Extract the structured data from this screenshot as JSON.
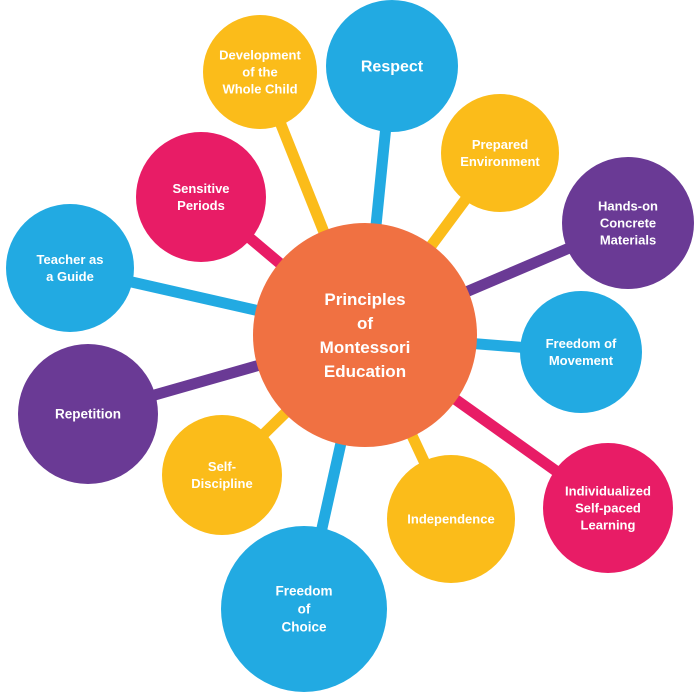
{
  "center": {
    "lines": [
      "Principles",
      "of",
      "Montessori",
      "Education"
    ],
    "color": "#F07142"
  },
  "colors": {
    "yellow": "#FBBC1A",
    "blue": "#22AAE2",
    "purple": "#6A3A95",
    "magenta": "#E81C66",
    "orange": "#F07142"
  },
  "nodes": [
    {
      "name": "node-development-whole-child",
      "lines": [
        "Development",
        "of the",
        "Whole Child"
      ],
      "color": "#FBBC1A"
    },
    {
      "name": "node-respect",
      "lines": [
        "Respect"
      ],
      "color": "#22AAE2"
    },
    {
      "name": "node-prepared-environment",
      "lines": [
        "Prepared",
        "Environment"
      ],
      "color": "#FBBC1A"
    },
    {
      "name": "node-hands-on-concrete-materials",
      "lines": [
        "Hands-on",
        "Concrete",
        "Materials"
      ],
      "color": "#6A3A95"
    },
    {
      "name": "node-freedom-of-movement",
      "lines": [
        "Freedom of",
        "Movement"
      ],
      "color": "#22AAE2"
    },
    {
      "name": "node-individualized-self-paced-learning",
      "lines": [
        "Individualized",
        "Self-paced",
        "Learning"
      ],
      "color": "#E81C66"
    },
    {
      "name": "node-independence",
      "lines": [
        "Independence"
      ],
      "color": "#FBBC1A"
    },
    {
      "name": "node-freedom-of-choice",
      "lines": [
        "Freedom",
        "of",
        "Choice"
      ],
      "color": "#22AAE2"
    },
    {
      "name": "node-self-discipline",
      "lines": [
        "Self-",
        "Discipline"
      ],
      "color": "#FBBC1A"
    },
    {
      "name": "node-repetition",
      "lines": [
        "Repetition"
      ],
      "color": "#6A3A95"
    },
    {
      "name": "node-teacher-as-guide",
      "lines": [
        "Teacher as",
        "a Guide"
      ],
      "color": "#22AAE2"
    },
    {
      "name": "node-sensitive-periods",
      "lines": [
        "Sensitive",
        "Periods"
      ],
      "color": "#E81C66"
    }
  ]
}
